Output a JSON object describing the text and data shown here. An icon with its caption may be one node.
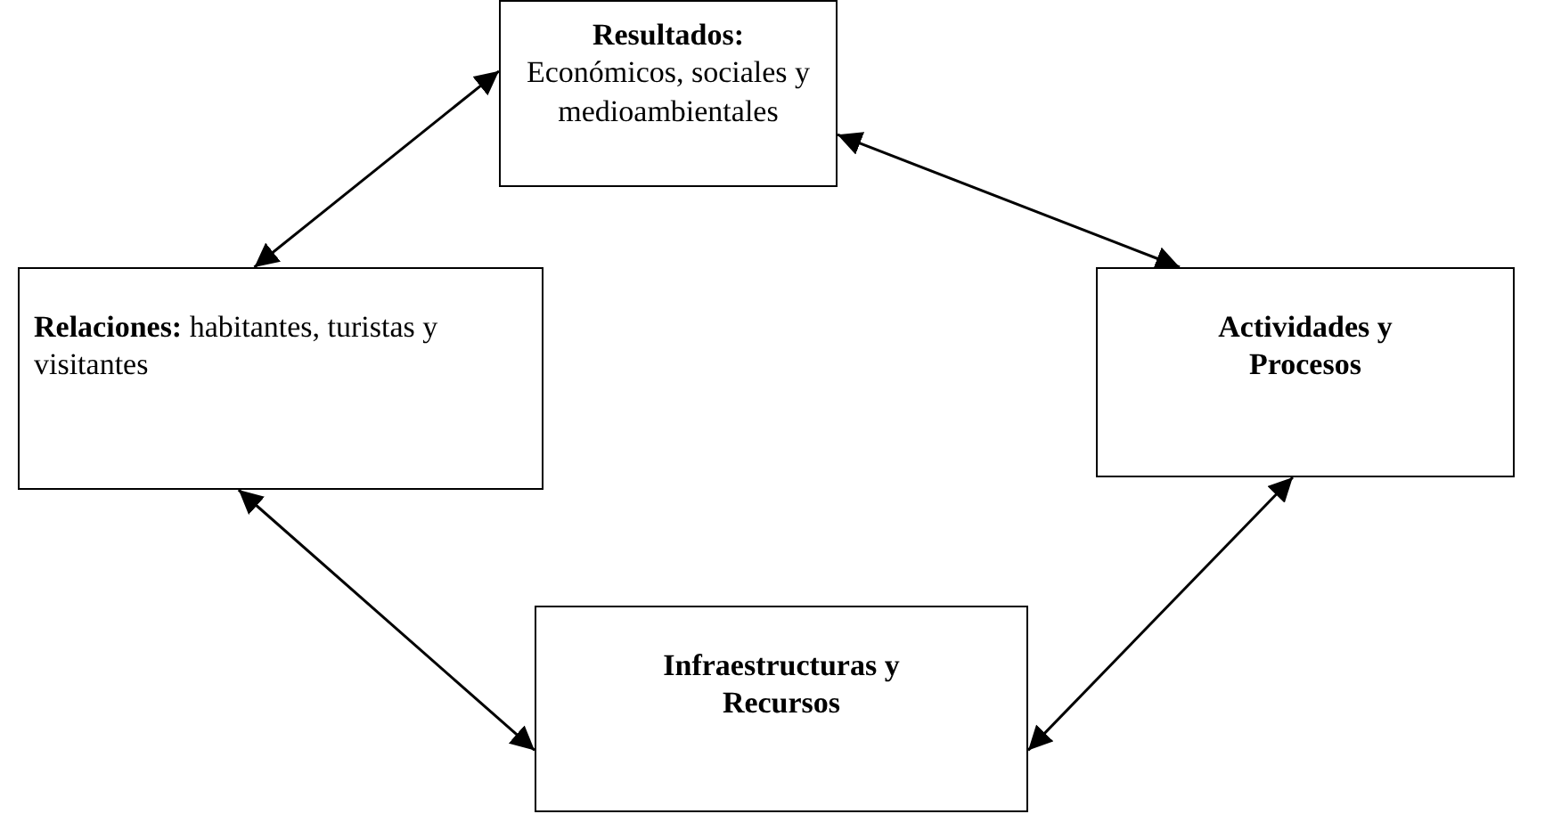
{
  "diagram": {
    "nodes": [
      {
        "text": [
          "Resultados:",
          "Económicos, sociales y medioambientales"
        ]
      },
      {
        "text": [
          "**Relaciones:** habitantes, turistas y visitantes"
        ]
      },
      {
        "text": [
          "Actividades y Procesos"
        ]
      },
      {
        "text": [
          "Infraestructuras y Recursos"
        ]
      }
    ],
    "edges": [
      {
        "from": 0,
        "to": 1,
        "arrow": "both"
      },
      {
        "from": 0,
        "to": 2,
        "arrow": "both"
      },
      {
        "from": 1,
        "to": 3,
        "arrow": "both"
      },
      {
        "from": 2,
        "to": 3,
        "arrow": "both"
      }
    ]
  }
}
